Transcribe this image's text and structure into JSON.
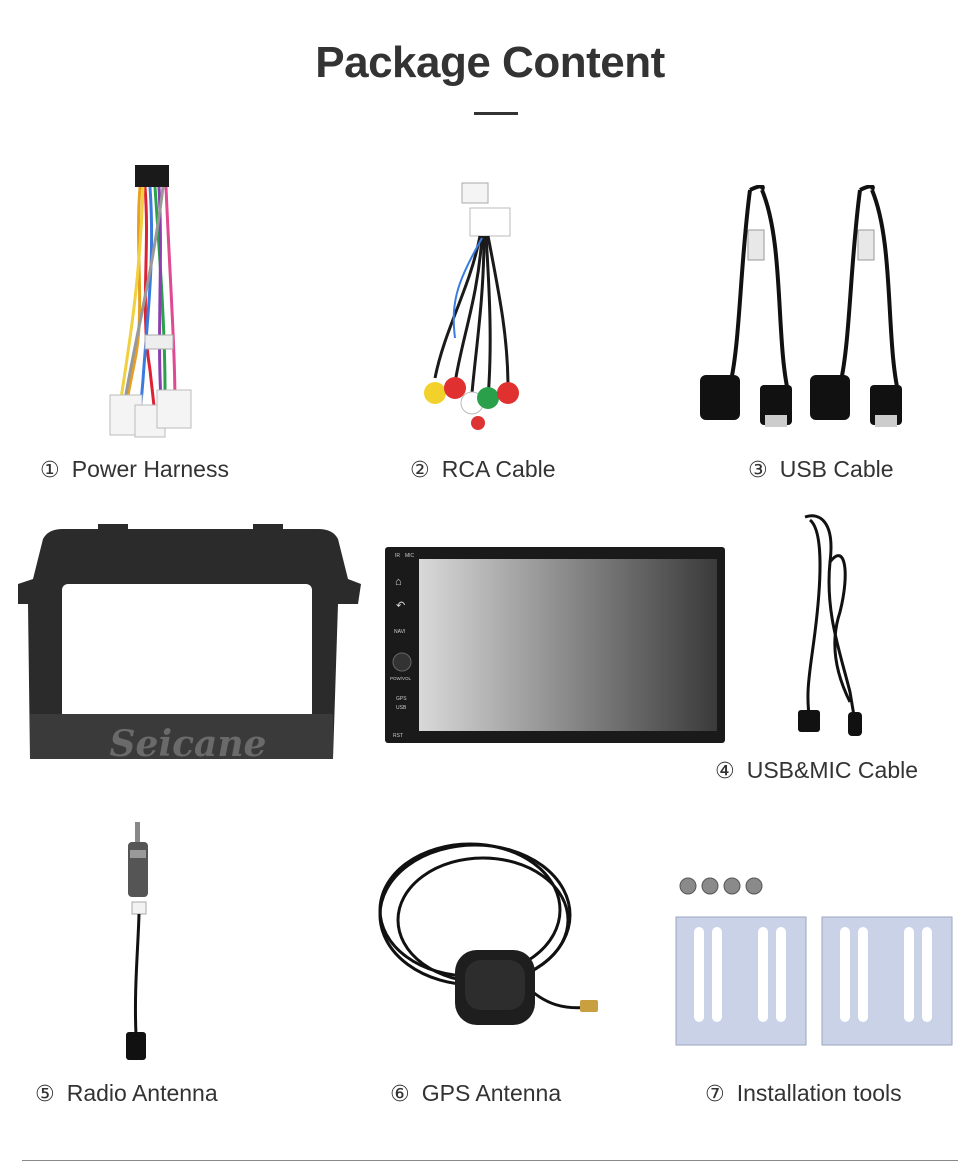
{
  "page": {
    "title": "Package Content"
  },
  "items": [
    {
      "num": "①",
      "label": "Power Harness",
      "icon": "power-harness"
    },
    {
      "num": "②",
      "label": "RCA Cable",
      "icon": "rca-cable"
    },
    {
      "num": "③",
      "label": "USB Cable",
      "icon": "usb-cable"
    },
    {
      "num": "④",
      "label": "USB&MIC Cable",
      "icon": "usb-mic-cable"
    },
    {
      "num": "⑤",
      "label": "Radio Antenna",
      "icon": "radio-antenna"
    },
    {
      "num": "⑥",
      "label": "GPS Antenna",
      "icon": "gps-antenna"
    },
    {
      "num": "⑦",
      "label": "Installation tools",
      "icon": "installation-tools"
    }
  ],
  "frame": {
    "watermark": "Seicane"
  },
  "head_unit": {
    "top_labels": [
      "IR",
      "MIC"
    ],
    "buttons": [
      "NAVI",
      "POW/VOL",
      "GPS",
      "USB"
    ],
    "bottom_label": "RST"
  },
  "colors": {
    "text": "#333333",
    "frame": "#2b2b2b",
    "screen_light": "#d9d9d9",
    "screen_dark": "#3a3a3a",
    "bracket": "#c9d2e6"
  }
}
